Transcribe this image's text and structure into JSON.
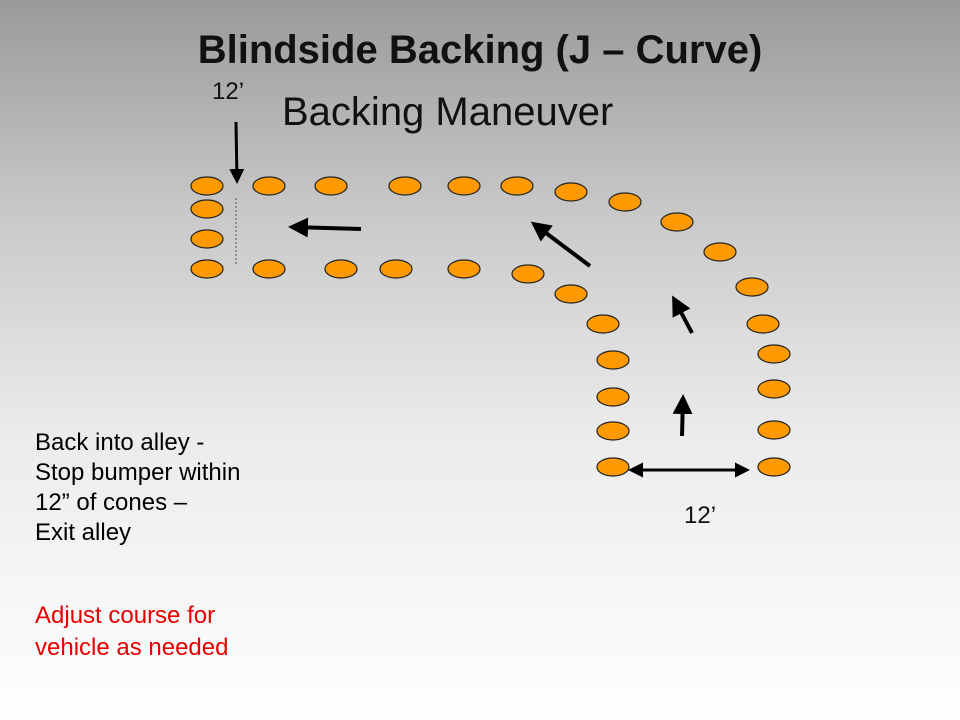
{
  "title": "Blindside Backing (J – Curve)",
  "subtitle": "Backing Maneuver",
  "dimensions": {
    "top_width": "12’",
    "bottom_width": "12’"
  },
  "instructions": [
    "Back into alley -",
    "Stop bumper within",
    "12” of cones –",
    "Exit alley"
  ],
  "note": [
    "Adjust course for",
    "vehicle as needed"
  ],
  "colors": {
    "cone": "#ff9900",
    "note_text": "#e60000"
  }
}
